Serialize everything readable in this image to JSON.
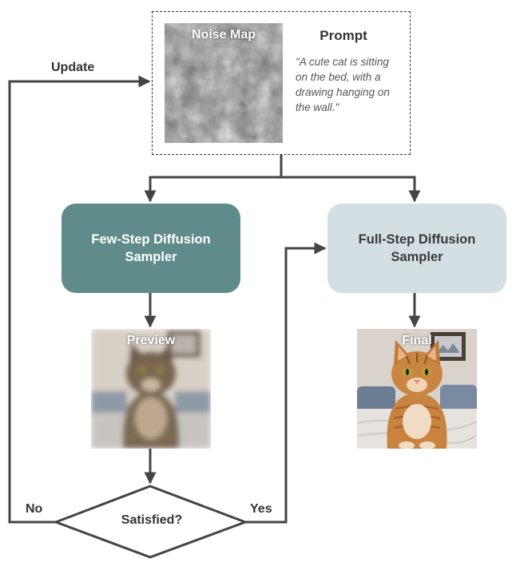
{
  "input": {
    "noise_map_label": "Noise Map",
    "prompt_title": "Prompt",
    "prompt_text": "\"A cute cat is sitting on the bed, with a drawing hanging on the wall.\""
  },
  "samplers": {
    "few_step": "Few-Step Diffusion Sampler",
    "full_step": "Full-Step Diffusion Sampler"
  },
  "images": {
    "preview_label": "Preview",
    "final_label": "Final"
  },
  "decision": {
    "question": "Satisfied?",
    "no_label": "No",
    "yes_label": "Yes"
  },
  "loop": {
    "update_label": "Update"
  },
  "colors": {
    "few_step_fill": "#5f8b8b",
    "full_step_fill": "#d4dfe3",
    "connector": "#444444"
  }
}
